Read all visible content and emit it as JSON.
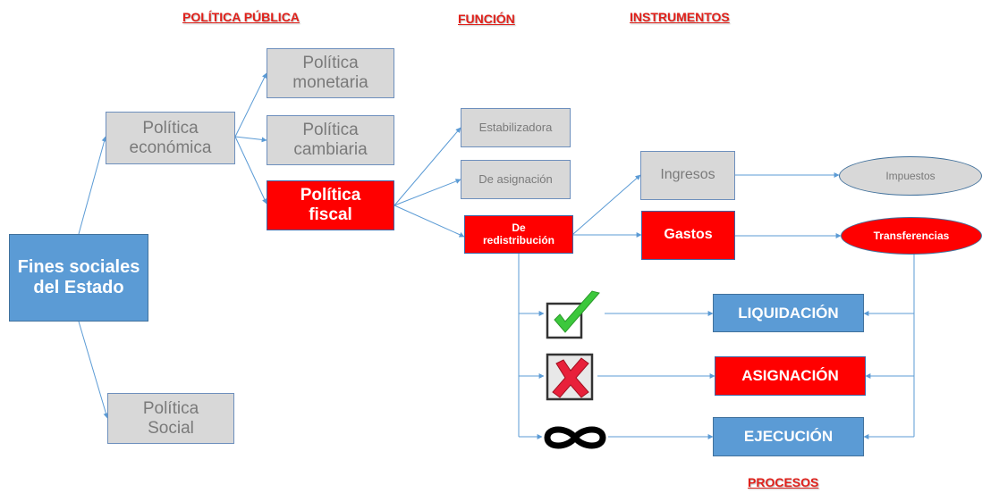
{
  "headers": {
    "politica_publica": "POLÍTICA PÚBLICA",
    "funcion": "FUNCIÓN",
    "instrumentos": "INSTRUMENTOS",
    "procesos": "PROCESOS"
  },
  "nodes": {
    "fines": "Fines sociales del Estado",
    "economica": "Política económica",
    "social": "Política Social",
    "monetaria": "Política monetaria",
    "cambiaria": "Política cambiaria",
    "fiscal": "Política fiscal",
    "estabilizadora": "Estabilizadora",
    "asignacion_fn": "De asignación",
    "redistribucion": "De redistribución",
    "ingresos": "Ingresos",
    "gastos": "Gastos",
    "impuestos": "Impuestos",
    "transferencias": "Transferencias",
    "liquidacion": "LIQUIDACIÓN",
    "asignacion_proc": "ASIGNACIÓN",
    "ejecucion": "EJECUCIÓN"
  },
  "icons": [
    "checkbox-checked-icon",
    "checkbox-crossed-icon",
    "infinity-icon"
  ],
  "colors": {
    "red": "#ff0000",
    "blue": "#5b9bd5",
    "gray": "#d8d8d8",
    "connector": "#5b9bd5",
    "header": "#e0201a"
  }
}
